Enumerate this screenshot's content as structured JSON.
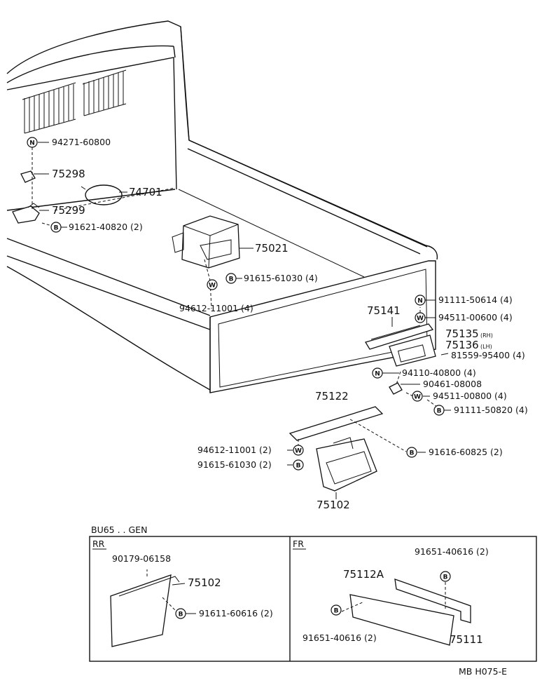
{
  "diagram": {
    "callouts": [
      {
        "id": "c-94271",
        "text": "94271-60800"
      },
      {
        "id": "c-75298",
        "text": "75298"
      },
      {
        "id": "c-74701",
        "text": "74701"
      },
      {
        "id": "c-75299",
        "text": "75299"
      },
      {
        "id": "c-91621",
        "text": "91621-40820 (2)"
      },
      {
        "id": "c-75021",
        "text": "75021"
      },
      {
        "id": "c-91615a",
        "text": "91615-61030 (4)"
      },
      {
        "id": "c-94612a",
        "text": "94612-11001 (4)"
      },
      {
        "id": "c-91111a",
        "text": "91111-50614 (4)"
      },
      {
        "id": "c-94511a",
        "text": "94511-00600 (4)"
      },
      {
        "id": "c-75141",
        "text": "75141"
      },
      {
        "id": "c-75135",
        "text": "75135",
        "suffix": "(RH)"
      },
      {
        "id": "c-75136",
        "text": "75136",
        "suffix": "(LH)"
      },
      {
        "id": "c-81559",
        "text": "81559-95400 (4)"
      },
      {
        "id": "c-94110",
        "text": "94110-40800 (4)"
      },
      {
        "id": "c-90461",
        "text": "90461-08008"
      },
      {
        "id": "c-94511b",
        "text": "94511-00800 (4)"
      },
      {
        "id": "c-91111b",
        "text": "91111-50820 (4)"
      },
      {
        "id": "c-75122",
        "text": "75122"
      },
      {
        "id": "c-94612b",
        "text": "94612-11001 (2)"
      },
      {
        "id": "c-91615b",
        "text": "91615-61030 (2)"
      },
      {
        "id": "c-91616",
        "text": "91616-60825 (2)"
      },
      {
        "id": "c-75102",
        "text": "75102"
      }
    ],
    "variant_box": {
      "title": "BU65 . . GEN",
      "rr": {
        "label": "RR",
        "callouts": [
          {
            "id": "rr-90179",
            "text": "90179-06158"
          },
          {
            "id": "rr-75102",
            "text": "75102"
          },
          {
            "id": "rr-91611",
            "text": "91611-60616 (2)"
          }
        ]
      },
      "fr": {
        "label": "FR",
        "callouts": [
          {
            "id": "fr-91651a",
            "text": "91651-40616 (2)"
          },
          {
            "id": "fr-75112a",
            "text": "75112A"
          },
          {
            "id": "fr-91651b",
            "text": "91651-40616 (2)"
          },
          {
            "id": "fr-75111",
            "text": "75111"
          }
        ]
      }
    },
    "code": "MB H075-E",
    "symbols": {
      "n": "N",
      "w": "W",
      "b": "B"
    }
  }
}
